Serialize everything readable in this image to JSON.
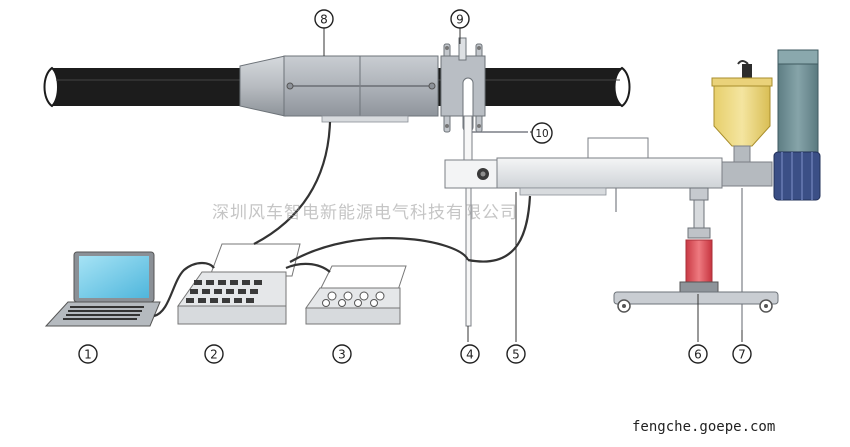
{
  "labels": {
    "n1": "1",
    "n2": "2",
    "n3": "3",
    "n4": "4",
    "n5": "5",
    "n6": "6",
    "n7": "7",
    "n8": "8",
    "n9": "9",
    "n10": "10"
  },
  "watermark": "深圳风车智电新能源电气科技有限公司",
  "site": "fengche.goepe.com",
  "colors": {
    "beam": "#1c1c1c",
    "device_gray": "#b7bcc2",
    "screen": "#7fd0ec",
    "hopper": "#ecd67a",
    "motor_blue": "#3b4f86",
    "column_teal": "#6f9096",
    "pipe_red": "#e05a62",
    "cable": "#333333"
  }
}
